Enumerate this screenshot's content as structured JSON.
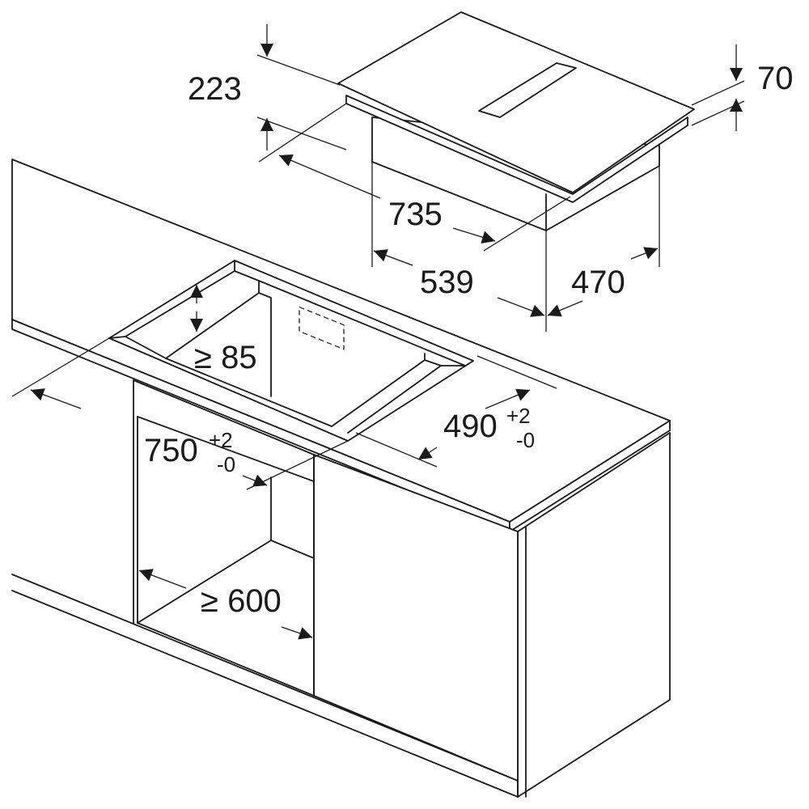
{
  "dimensions": {
    "hob_depth": "223",
    "hob_height": "70",
    "hob_width": "735",
    "hob_body_width": "539",
    "hob_body_depth": "470",
    "cutout_edge_min": "≥ 85",
    "cutout_width": "750",
    "cutout_width_tol_plus": "+2",
    "cutout_width_tol_minus": "-0",
    "cutout_depth": "490",
    "cutout_depth_tol_plus": "+2",
    "cutout_depth_tol_minus": "-0",
    "cabinet_width_min": "≥ 600"
  },
  "colors": {
    "line": "#1a1a1a",
    "background": "#ffffff"
  }
}
